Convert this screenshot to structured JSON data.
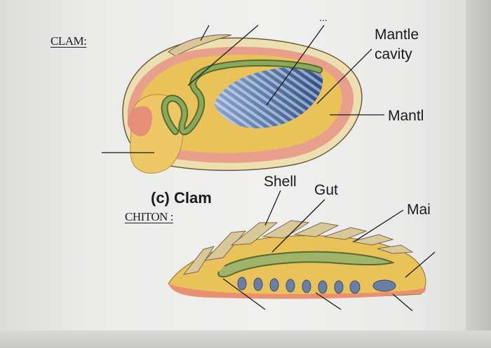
{
  "notes": {
    "clam_heading": "CLAM:",
    "chiton_heading": "CHITON :"
  },
  "figure": {
    "labels": {
      "mantle_cavity_line1": "Mantle",
      "mantle_cavity_line2": "cavity",
      "mantle": "Mantl",
      "caption": "(c) Clam",
      "shell": "Shell",
      "gut": "Gut",
      "mantle_chiton": "Mai",
      "top_cut": "..."
    }
  },
  "colors": {
    "shell": "#e8d9a8",
    "mantle": "#e59b86",
    "body": "#e8bd52",
    "gut": "#7f9b4e",
    "gill": "#3d5f95"
  }
}
